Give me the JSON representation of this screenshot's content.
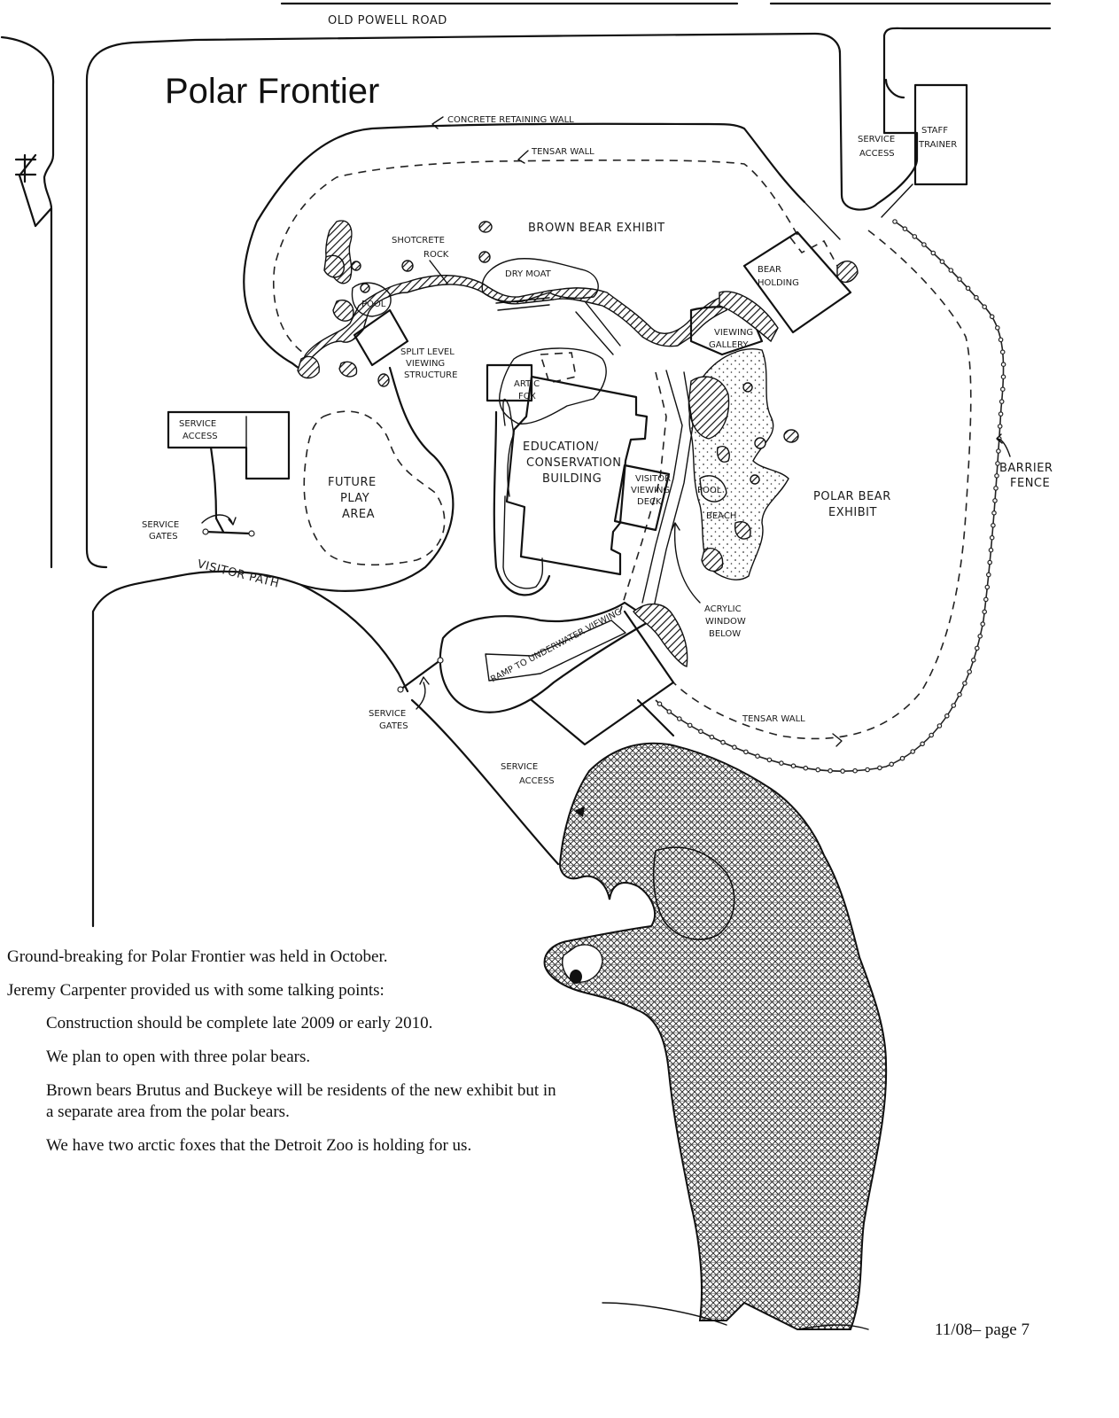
{
  "map": {
    "title": "Polar Frontier",
    "labels": {
      "old_powell_road": "OLD POWELL ROAD",
      "concrete_retaining_wall": "CONCRETE RETAINING WALL",
      "tensar_wall_top": "TENSAR WALL",
      "brown_bear_exhibit": "BROWN BEAR EXHIBIT",
      "shotcrete_rock_1": "SHOTCRETE",
      "shotcrete_rock_2": "ROCK",
      "dry_moat": "DRY MOAT",
      "pool_brown": "POOL",
      "split_level_1": "SPLIT LEVEL",
      "split_level_2": "VIEWING",
      "split_level_3": "STRUCTURE",
      "service_access_top_1": "SERVICE",
      "service_access_top_2": "ACCESS",
      "staff_trainer_1": "STAFF",
      "staff_trainer_2": "TRAINER",
      "bear_holding_1": "BEAR",
      "bear_holding_2": "HOLDING",
      "viewing_gallery_1": "VIEWING",
      "viewing_gallery_2": "GALLERY",
      "arctic_fox_1": "ARTIC",
      "arctic_fox_2": "FOX",
      "education_1": "EDUCATION/",
      "education_2": "CONSERVATION",
      "education_3": "BUILDING",
      "visitor_deck_1": "VISITOR",
      "visitor_deck_2": "VIEWING",
      "visitor_deck_3": "DECK",
      "pool_polar": "POOL",
      "beach": "BEACH",
      "polar_bear_exhibit_1": "POLAR BEAR",
      "polar_bear_exhibit_2": "EXHIBIT",
      "barrier_fence_1": "BARRIER",
      "barrier_fence_2": "FENCE",
      "service_access_left_1": "SERVICE",
      "service_access_left_2": "ACCESS",
      "future_play_1": "FUTURE",
      "future_play_2": "PLAY",
      "future_play_3": "AREA",
      "service_gates_left_1": "SERVICE",
      "service_gates_left_2": "GATES",
      "visitor_path": "VISITOR PATH",
      "acrylic_1": "ACRYLIC",
      "acrylic_2": "WINDOW",
      "acrylic_3": "BELOW",
      "ramp": "RAMP TO UNDERWATER VIEWING",
      "service_gates_bottom_1": "SERVICE",
      "service_gates_bottom_2": "GATES",
      "tensar_wall_bottom": "TENSAR WALL",
      "service_access_bottom_1": "SERVICE",
      "service_access_bottom_2": "ACCESS"
    }
  },
  "notes": {
    "intro": "Ground-breaking for Polar Frontier was held in October.",
    "talking_points_intro": "Jeremy Carpenter provided us with some talking points:",
    "points": [
      "Construction should be complete late 2009 or early 2010.",
      "We plan to open with three polar bears.",
      "Brown bears Brutus and Buckeye will be residents of the new exhibit but in a separate area from the polar bears.",
      "We have two arctic foxes that the Detroit Zoo is holding for us."
    ]
  },
  "footer": {
    "page_label": "11/08– page 7"
  }
}
